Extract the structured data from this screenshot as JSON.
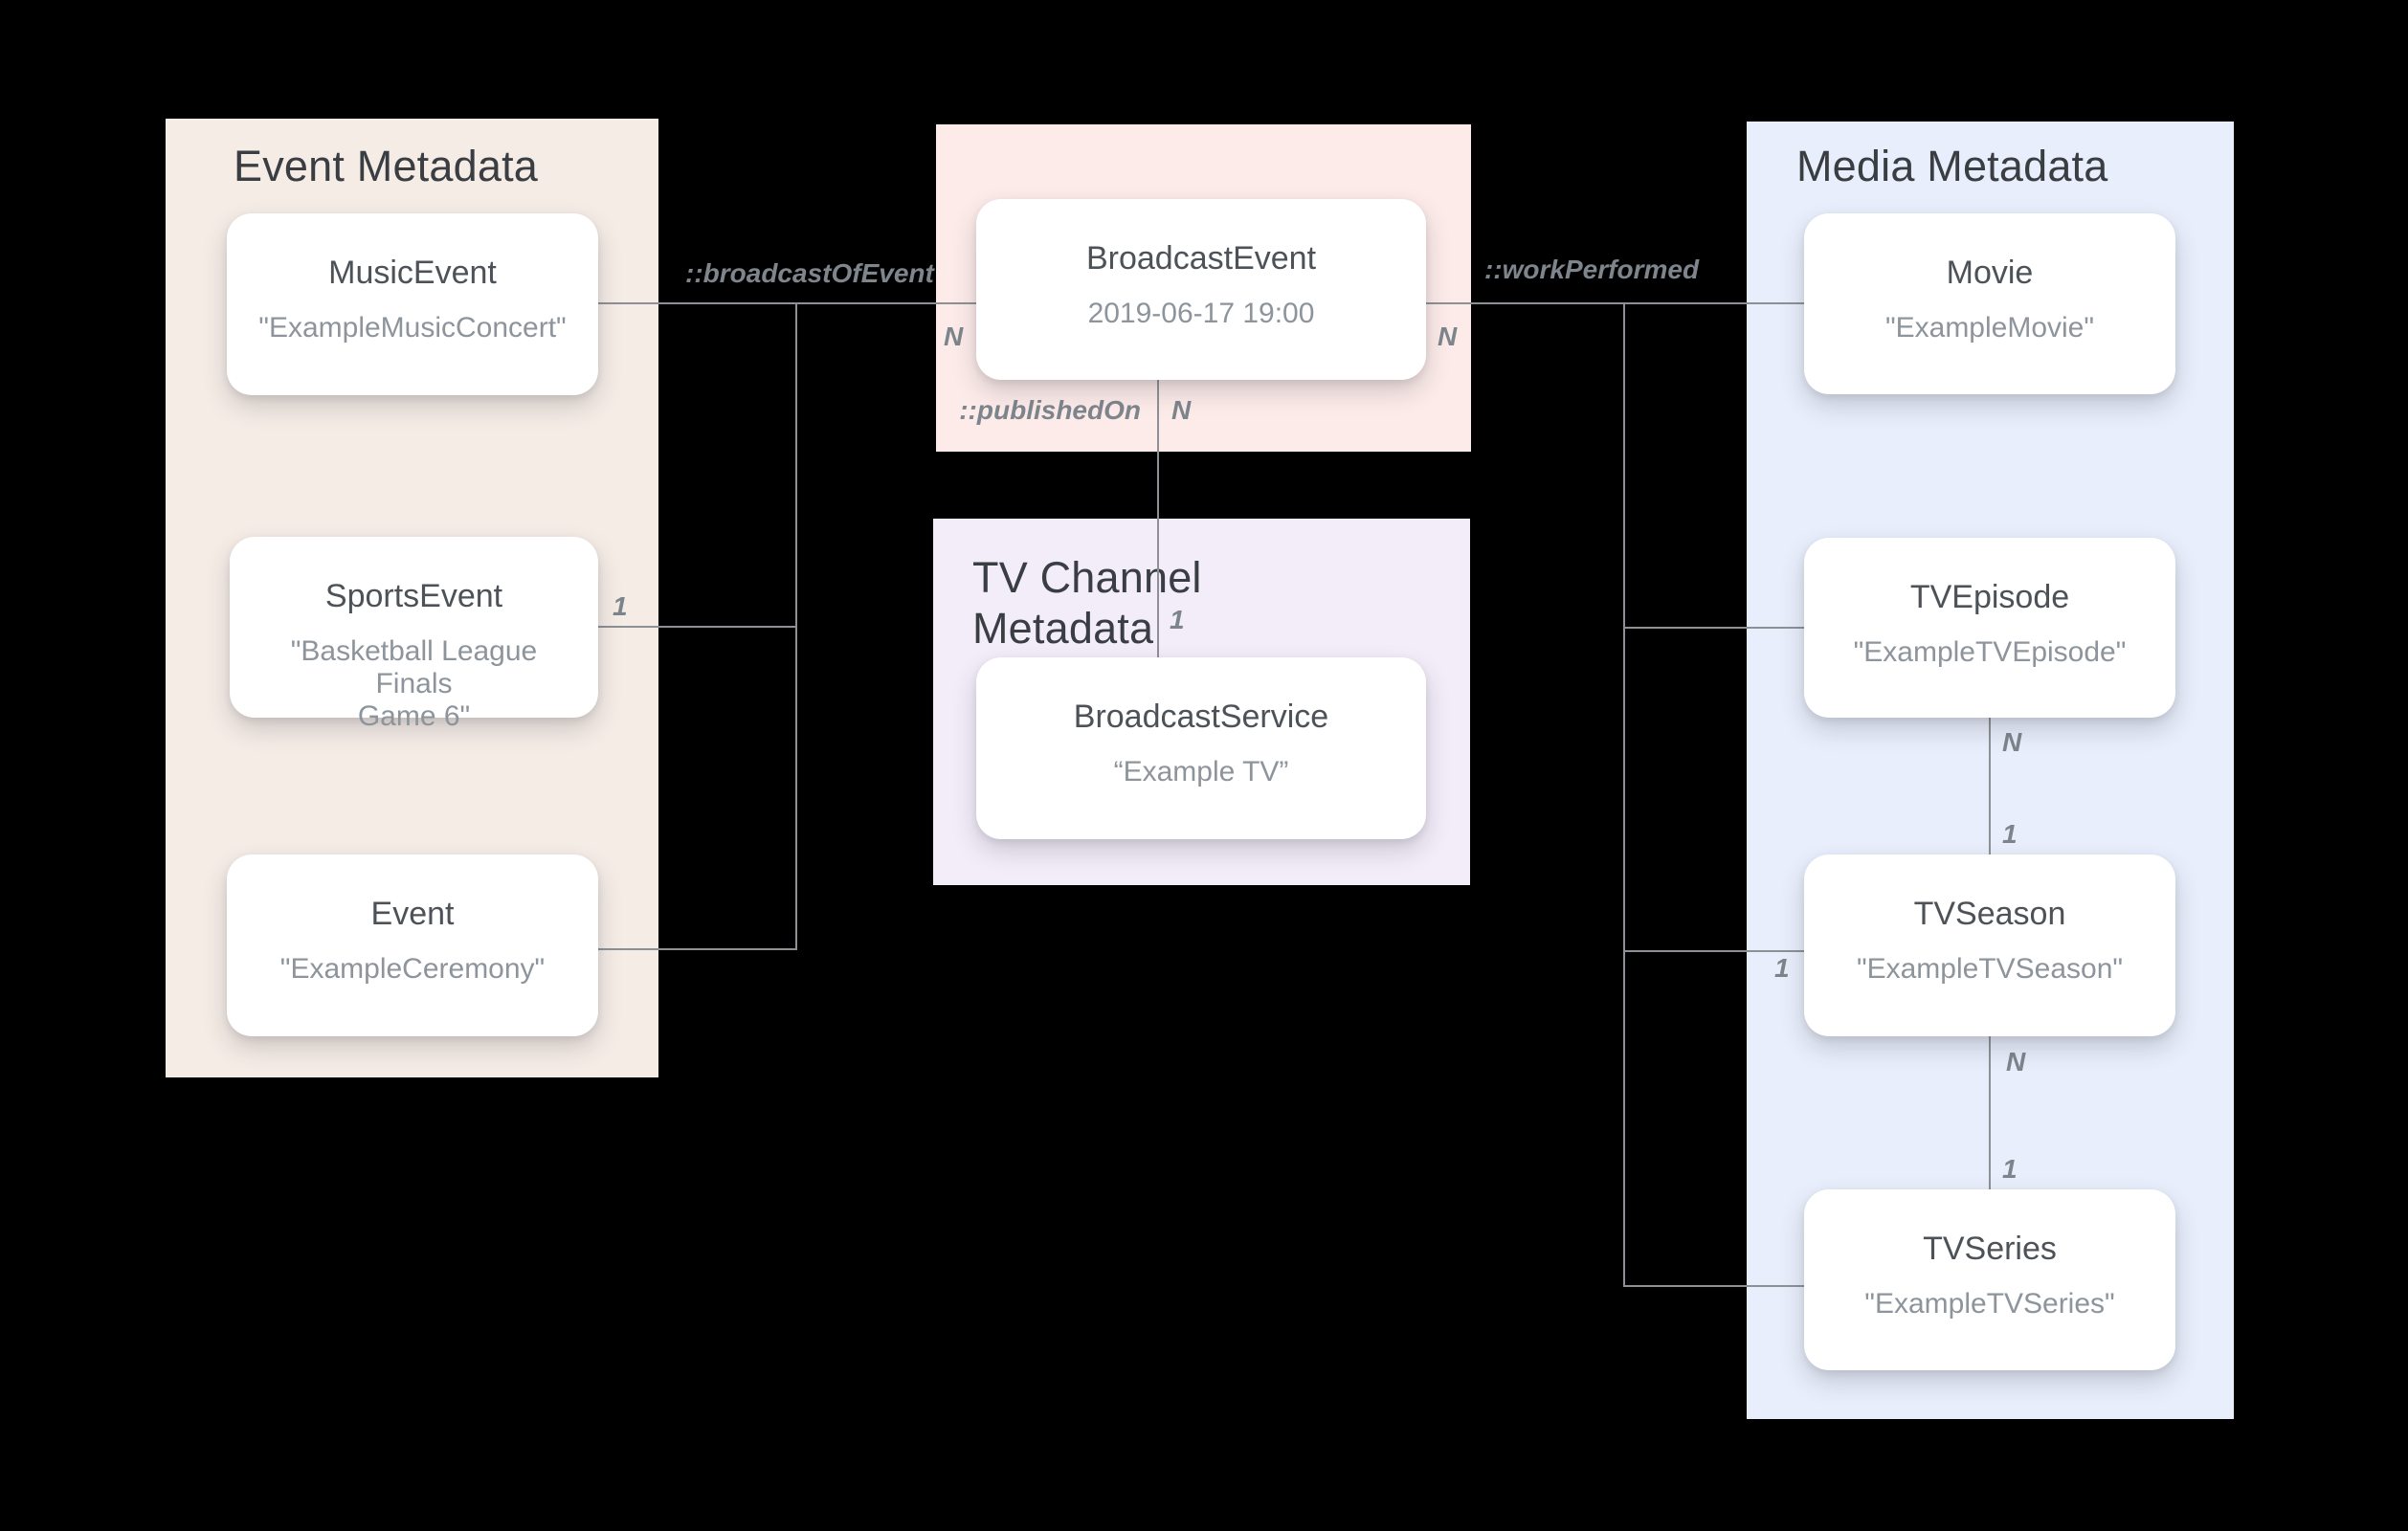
{
  "diagram": {
    "panels": {
      "event": {
        "title": "Event Metadata"
      },
      "tv_channel": {
        "title": "TV Channel\nMetadata"
      },
      "media": {
        "title": "Media Metadata"
      }
    },
    "cards": {
      "music_event": {
        "name": "MusicEvent",
        "value": "\"ExampleMusicConcert\""
      },
      "sports_event": {
        "name": "SportsEvent",
        "value": "\"Basketball League Finals",
        "value_line2": "Game 6\""
      },
      "event": {
        "name": "Event",
        "value": "\"ExampleCeremony\""
      },
      "broadcast_event": {
        "name": "BroadcastEvent",
        "value": "2019-06-17 19:00"
      },
      "broadcast_service": {
        "name": "BroadcastService",
        "value": "“Example TV”"
      },
      "movie": {
        "name": "Movie",
        "value": "\"ExampleMovie\""
      },
      "tv_episode": {
        "name": "TVEpisode",
        "value": "\"ExampleTVEpisode\""
      },
      "tv_season": {
        "name": "TVSeason",
        "value": "\"ExampleTVSeason\""
      },
      "tv_series": {
        "name": "TVSeries",
        "value": "\"ExampleTVSeries\""
      }
    },
    "relations": {
      "broadcast_of_event": "::broadcastOfEvent",
      "published_on": "::publishedOn",
      "work_performed": "::workPerformed"
    },
    "cardinality": {
      "many": "N",
      "one": "1"
    },
    "colors": {
      "background": "#000000",
      "event_panel": "#f5ece6",
      "broadcast_panel": "#fcebe9",
      "tv_channel_panel": "#f3edfa",
      "media_panel": "#e8eefb",
      "card": "#ffffff",
      "connector_line": "#8d9196",
      "panel_title_text": "#3a3e43",
      "card_name_text": "#4c5257",
      "card_value_text": "#8d949b",
      "label_text": "#7e858c"
    }
  }
}
